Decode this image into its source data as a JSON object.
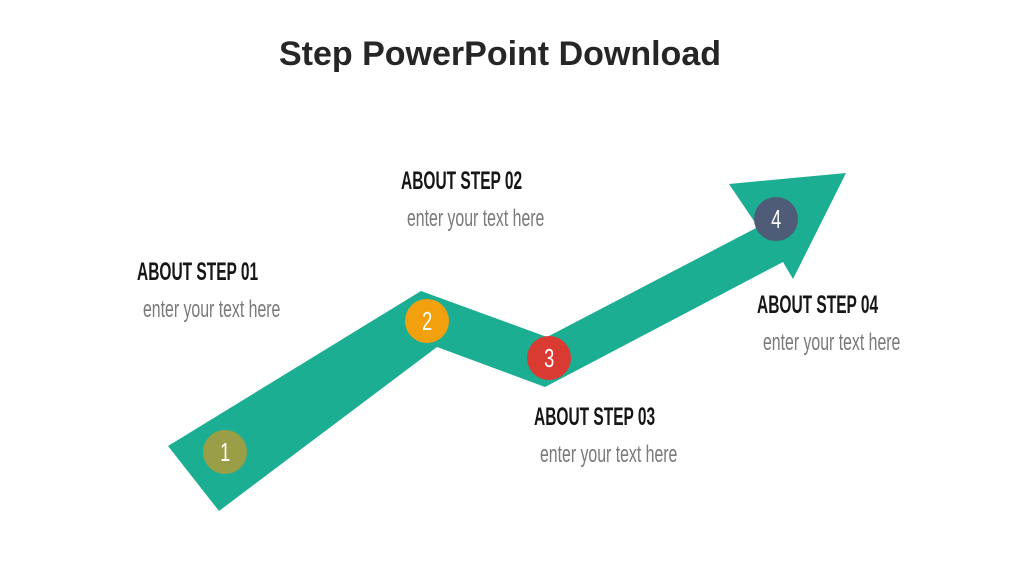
{
  "slide_title": "Step PowerPoint Download",
  "colors": {
    "arrow": "#1CAE93",
    "marker1": "#9A9E46",
    "marker2": "#F2A00D",
    "marker3": "#D93B33",
    "marker4": "#4E5C77",
    "title_text": "#262626",
    "step_title_text": "#161616",
    "subtitle_text": "#7A7A7A"
  },
  "steps": [
    {
      "number": "1",
      "label": "ABOUT STEP 01",
      "placeholder": "enter your text here"
    },
    {
      "number": "2",
      "label": "ABOUT STEP 02",
      "placeholder": "enter your text here"
    },
    {
      "number": "3",
      "label": "ABOUT STEP 03",
      "placeholder": "enter your text here"
    },
    {
      "number": "4",
      "label": "ABOUT STEP 04",
      "placeholder": "enter your text here"
    }
  ]
}
